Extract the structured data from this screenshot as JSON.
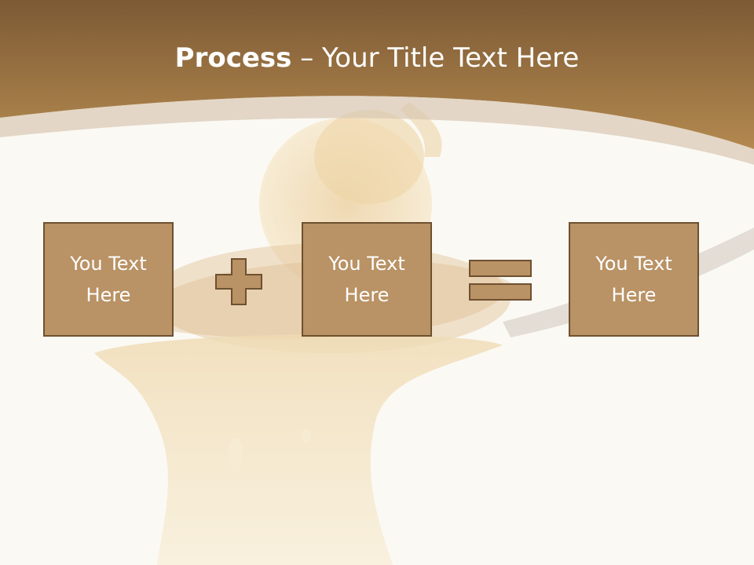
{
  "slide": {
    "title_bold": "Process",
    "title_separator": " – ",
    "title_rest": "Your Title Text Here"
  },
  "boxes": [
    {
      "label": "You Text Here"
    },
    {
      "label": "You Text Here"
    },
    {
      "label": "You Text Here"
    }
  ],
  "operators": [
    "plus-icon",
    "equals-icon"
  ],
  "colors": {
    "banner_top": "#7d5a35",
    "banner_bottom": "#b08550",
    "box_fill": "#b99265",
    "box_border": "#6e5030",
    "background": "#fbf8f3"
  }
}
